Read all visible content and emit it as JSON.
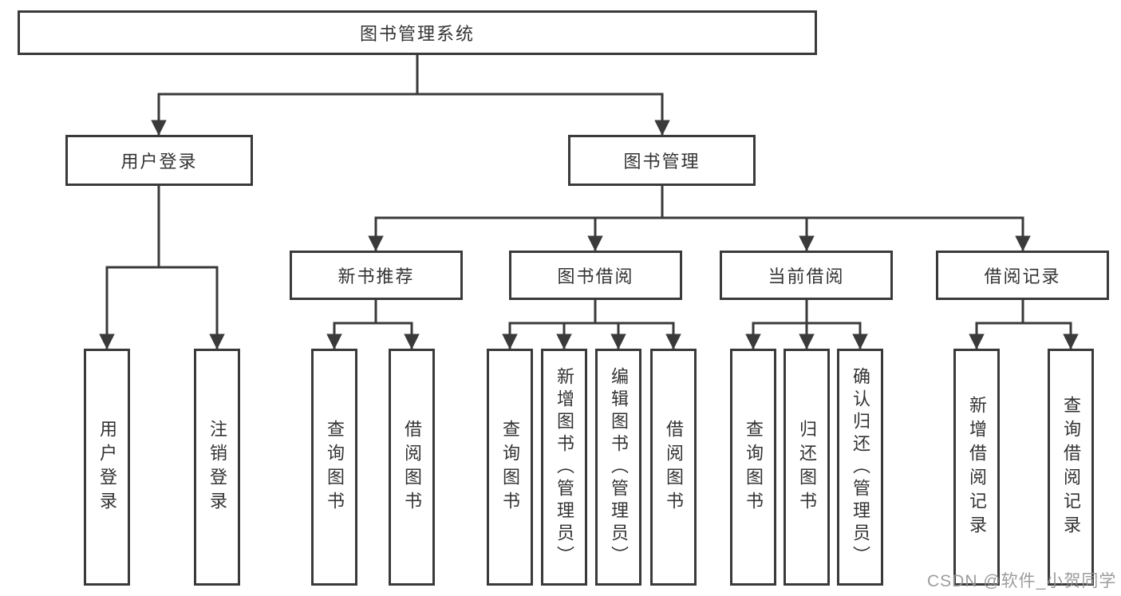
{
  "colors": {
    "line": "#3a3a3a",
    "text": "#333333",
    "background": "#ffffff",
    "watermark": "#949494"
  },
  "tree": {
    "root": {
      "label": "图书管理系统"
    },
    "user_login": {
      "label": "用户登录",
      "children": [
        {
          "label": "用户登录"
        },
        {
          "label": "注销登录"
        }
      ]
    },
    "book_management": {
      "label": "图书管理",
      "sections": [
        {
          "label": "新书推荐",
          "children": [
            {
              "label": "查询图书"
            },
            {
              "label": "借阅图书"
            }
          ]
        },
        {
          "label": "图书借阅",
          "children": [
            {
              "label": "查询图书"
            },
            {
              "label": "新增图书（管理员）"
            },
            {
              "label": "编辑图书（管理员）"
            },
            {
              "label": "借阅图书"
            }
          ]
        },
        {
          "label": "当前借阅",
          "children": [
            {
              "label": "查询图书"
            },
            {
              "label": "归还图书"
            },
            {
              "label": "确认归还（管理员）"
            }
          ]
        },
        {
          "label": "借阅记录",
          "children": [
            {
              "label": "新增借阅记录"
            },
            {
              "label": "查询借阅记录"
            }
          ]
        }
      ]
    }
  },
  "watermark": {
    "text": "CSDN @软件_小贺同学"
  }
}
